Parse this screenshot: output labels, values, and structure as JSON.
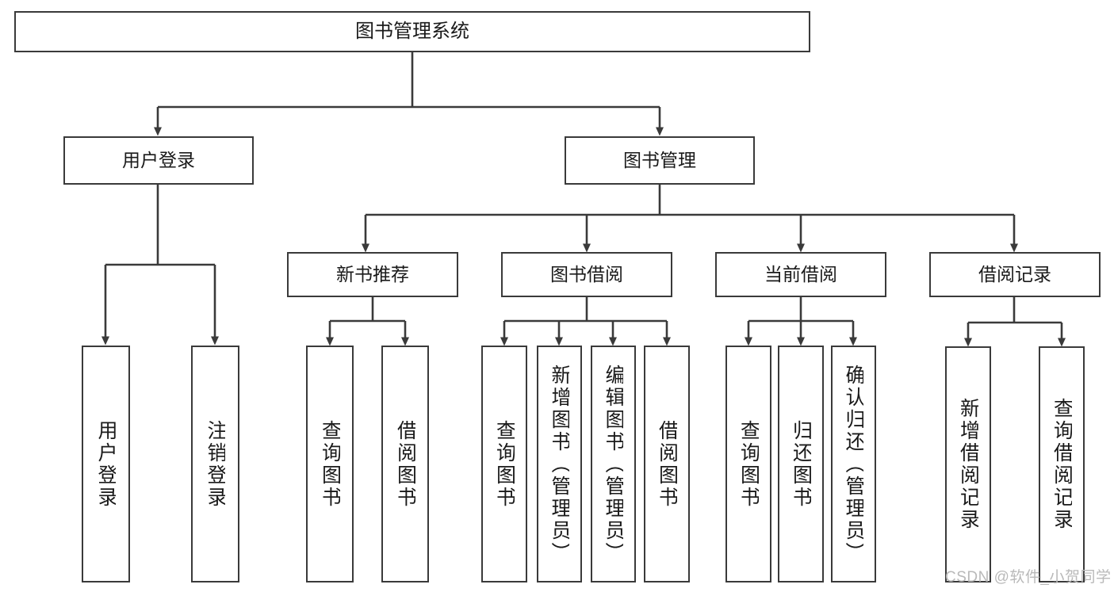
{
  "diagram": {
    "title": "图书管理系统",
    "type": "功能结构图",
    "colors": {
      "line": "#3a3a3a",
      "box_fill": "#ffffff",
      "text": "#1a1a1a",
      "watermark": "#b9b9b9"
    },
    "root": {
      "label": "图书管理系统"
    },
    "level2": [
      {
        "label": "用户登录"
      },
      {
        "label": "图书管理"
      }
    ],
    "level3": [
      {
        "label": "新书推荐"
      },
      {
        "label": "图书借阅"
      },
      {
        "label": "当前借阅"
      },
      {
        "label": "借阅记录"
      }
    ],
    "leaves": {
      "user_login": [
        {
          "label": "用户登录"
        },
        {
          "label": "注销登录"
        }
      ],
      "new_book_recommend": [
        {
          "label": "查询图书"
        },
        {
          "label": "借阅图书"
        }
      ],
      "book_borrow": [
        {
          "label": "查询图书"
        },
        {
          "label": "新增图书（管理员）"
        },
        {
          "label": "编辑图书（管理员）"
        },
        {
          "label": "借阅图书"
        }
      ],
      "current_borrow": [
        {
          "label": "查询图书"
        },
        {
          "label": "归还图书"
        },
        {
          "label": "确认归还（管理员）"
        }
      ],
      "borrow_record": [
        {
          "label": "新增借阅记录"
        },
        {
          "label": "查询借阅记录"
        }
      ]
    }
  },
  "watermark": {
    "text": "CSDN @软件_小贺同学"
  }
}
